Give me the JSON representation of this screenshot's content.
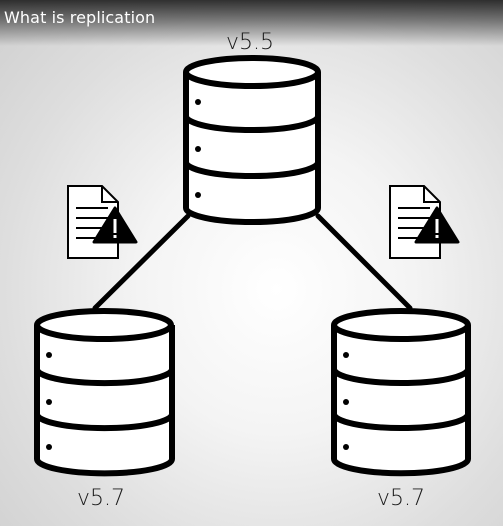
{
  "header": {
    "title": "What is replication"
  },
  "nodes": {
    "primary": {
      "version": "v5.5"
    },
    "replica_left": {
      "version": "v5.7"
    },
    "replica_right": {
      "version": "v5.7"
    }
  },
  "icons": {
    "database": "database-icon",
    "warning_document": "document-warning-icon"
  },
  "colors": {
    "stroke": "#000000",
    "fill": "#ffffff",
    "title": "#ffffff",
    "label": "#1a1a1a"
  }
}
